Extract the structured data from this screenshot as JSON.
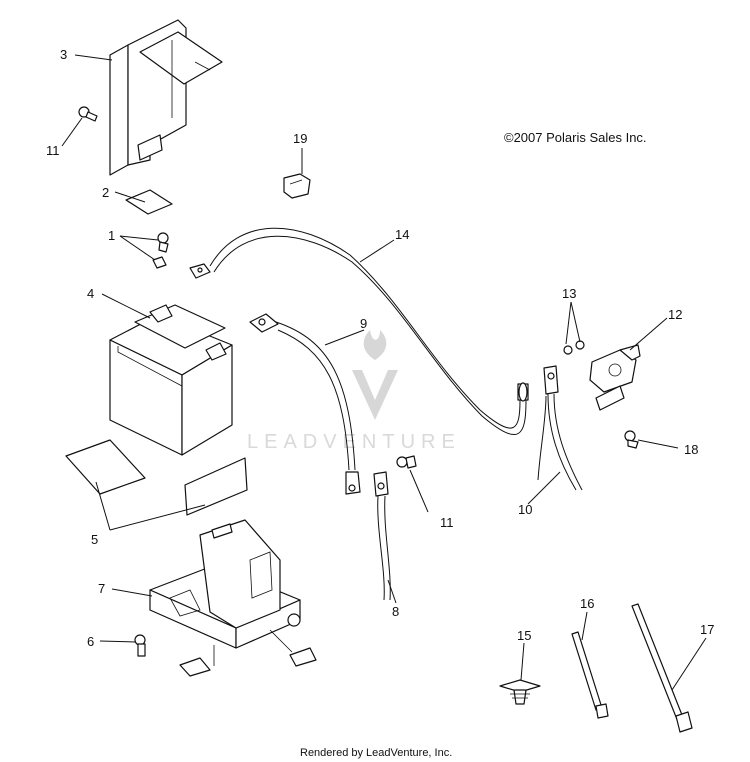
{
  "copyright": "©2007 Polaris Sales Inc.",
  "footer": "Rendered by LeadVenture, Inc.",
  "watermark": "LEADVENTURE",
  "callouts": {
    "c1": "1",
    "c2": "2",
    "c3": "3",
    "c4": "4",
    "c5": "5",
    "c6": "6",
    "c7": "7",
    "c8": "8",
    "c9": "9",
    "c10": "10",
    "c11a": "11",
    "c11b": "11",
    "c12": "12",
    "c13": "13",
    "c14": "14",
    "c15": "15",
    "c16": "16",
    "c17": "17",
    "c18": "18",
    "c19": "19"
  }
}
